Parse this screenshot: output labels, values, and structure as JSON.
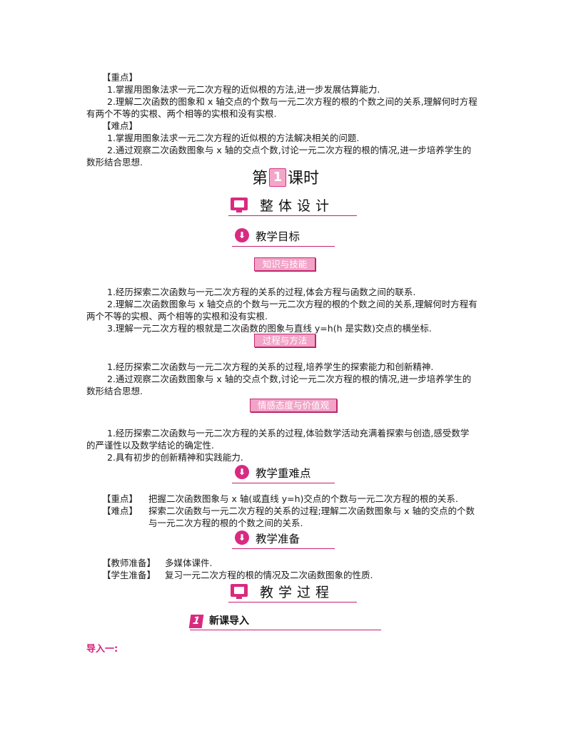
{
  "key_points": {
    "zhongdian_label": "【重点】",
    "zhongdian_1": "1.掌握用图象法求一元二次方程的近似根的方法,进一步发展估算能力.",
    "zhongdian_2": "2.理解二次函数的图象和 x 轴交点的个数与一元二次方程的根的个数之间的关系,理解何时方程有两个不等的实根、两个相等的实根和没有实根.",
    "nandian_label": "【难点】",
    "nandian_1": "1.掌握用图象法求一元二次方程的近似根的方法解决相关的问题.",
    "nandian_2": "2.通过观察二次函数图象与 x 轴的交点个数,讨论一元二次方程的根的情况,进一步培养学生的数形结合思想."
  },
  "lesson": {
    "prefix": "第",
    "number": "1",
    "suffix": "课时"
  },
  "sections": {
    "overall_design": "整体设计",
    "teaching_goals": "教学目标",
    "teaching_key": "教学重难点",
    "teaching_prep": "教学准备",
    "teaching_process": "教学过程"
  },
  "badges": {
    "knowledge": "知识与技能",
    "process": "过程与方法",
    "emotion": "情感态度与价值观"
  },
  "knowledge_items": [
    "1.经历探索二次函数与一元二次方程的关系的过程,体会方程与函数之间的联系.",
    "2.理解二次函数图象与 x 轴交点的个数与一元二次方程的根的个数之间的关系,理解何时方程有两个不等的实根、两个相等的实根和没有实根.",
    "3.理解一元二次方程的根就是二次函数的图象与直线 y=h(h 是实数)交点的横坐标."
  ],
  "process_items": [
    "1.经历探索二次函数与一元二次方程的关系的过程,培养学生的探索能力和创新精神.",
    "2.通过观察二次函数图象与 x 轴的交点个数,讨论一元二次方程的根的情况,进一步培养学生的数形结合思想."
  ],
  "emotion_items": [
    "1.经历探索二次函数与一元二次方程的关系的过程,体验数学活动充满着探索与创造,感受数学的严谨性以及数学结论的确定性.",
    "2.具有初步的创新精神和实践能力."
  ],
  "key_difficult": {
    "zhong_label": "【重点】",
    "zhong_text": "把握二次函数图象与 x 轴(或直线 y=h)交点的个数与一元二次方程的根的关系.",
    "nan_label": "【难点】",
    "nan_text": "探索二次函数与一元二次方程的关系的过程;理解二次函数图象与 x 轴的交点的个数与一元二次方程的根的个数之间的关系."
  },
  "prep": {
    "teacher_label": "【教师准备】",
    "teacher_text": "多媒体课件.",
    "student_label": "【学生准备】",
    "student_text": "复习一元二次方程的根的情况及二次函数图象的性质."
  },
  "step": {
    "number": "1",
    "title": "新课导入"
  },
  "intro_one": "导入一:",
  "icons": {
    "monitor": "monitor-icon",
    "arrow": "down-arrow-circle-icon"
  },
  "colors": {
    "accent": "#d92a80",
    "badge": "#f2a3c7",
    "intro": "#d6207a"
  }
}
